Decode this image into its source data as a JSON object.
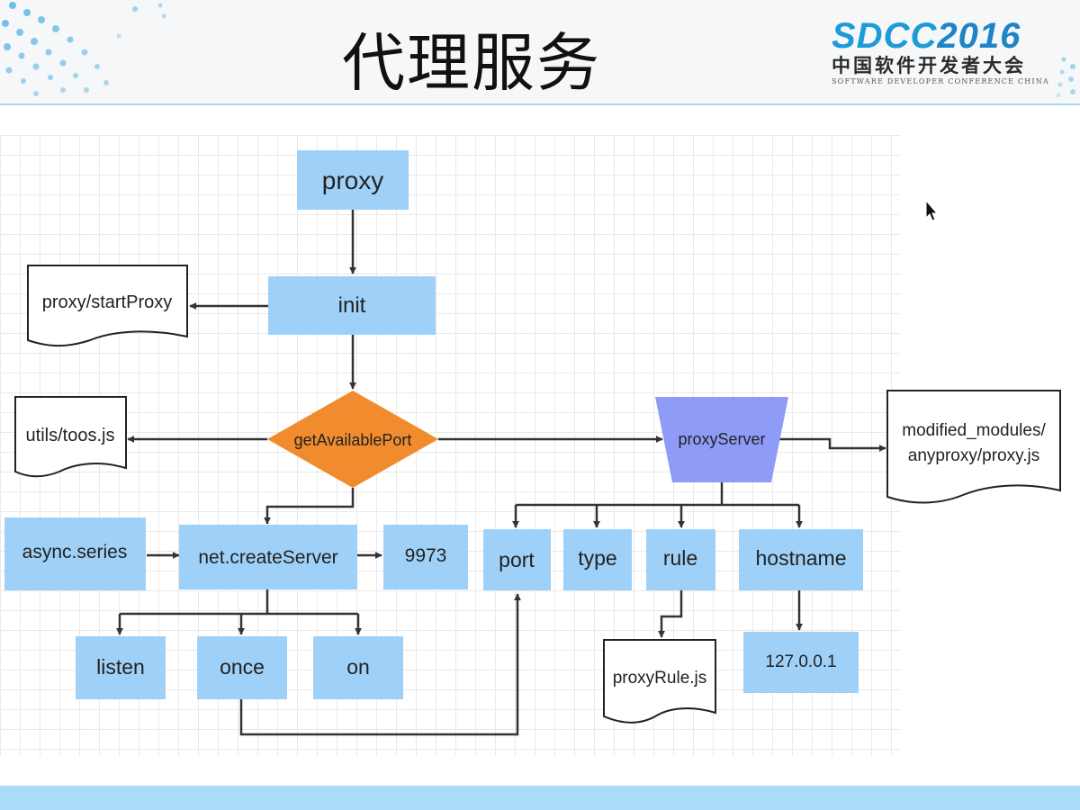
{
  "header": {
    "title": "代理服务",
    "logo": {
      "sdcc": "SDCC",
      "year": "2016",
      "chinese": "中国软件开发者大会",
      "english": "SOFTWARE DEVELOPER CONFERENCE CHINA"
    }
  },
  "colors": {
    "process_box": "#9fd1f8",
    "decision": "#f08c2e",
    "server": "#8f9cf7",
    "accent_blue": "#1d9bd7"
  },
  "diagram": {
    "nodes": {
      "proxy": "proxy",
      "init": "init",
      "start_proxy": "proxy/startProxy",
      "get_available_port": "getAvailablePort",
      "utils_toos": "utils/toos.js",
      "proxy_server": "proxyServer",
      "modified_modules_line1": "modified_modules/",
      "modified_modules_line2": "anyproxy/proxy.js",
      "async_series": "async.series",
      "net_create_server": "net.createServer",
      "port_number": "9973",
      "port": "port",
      "type": "type",
      "rule": "rule",
      "hostname": "hostname",
      "listen": "listen",
      "once": "once",
      "on": "on",
      "proxy_rule": "proxyRule.js",
      "ip": "127.0.0.1"
    }
  }
}
